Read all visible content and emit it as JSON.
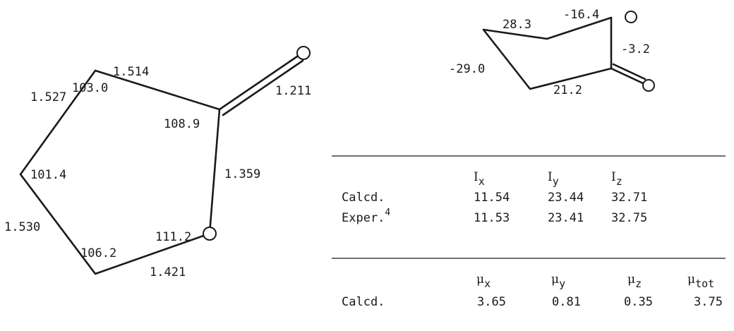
{
  "ring_planar": {
    "bond_lengths": {
      "c5_c4": "1.514",
      "c4_c3": "1.527",
      "c3_c2": "1.530",
      "c2_o1": "1.421",
      "o1_c5": "1.359",
      "c5_o6": "1.211"
    },
    "bond_angles": {
      "c4": "103.0",
      "c5": "108.9",
      "c3": "101.4",
      "c2": "106.2",
      "o1": "111.2"
    }
  },
  "ring_twist": {
    "dihedrals": {
      "d_top": "28.3",
      "d_top_right": "-16.4",
      "d_right": "-3.2",
      "d_left": "-29.0",
      "d_bottom": "21.2"
    }
  },
  "moments_table": {
    "inertia_headers": [
      "I",
      "I",
      "I"
    ],
    "inertia_header_subs": [
      "x",
      "y",
      "z"
    ],
    "rows": [
      {
        "label": "Calcd.",
        "sup": "",
        "values": [
          "11.54",
          "23.44",
          "32.71"
        ]
      },
      {
        "label": "Exper.",
        "sup": "4",
        "values": [
          "11.53",
          "23.41",
          "32.75"
        ]
      }
    ],
    "dipole_headers": [
      "μ",
      "μ",
      "μ",
      "μ"
    ],
    "dipole_header_subs": [
      "x",
      "y",
      "z",
      "tot"
    ],
    "dipole_row": {
      "label": "Calcd.",
      "values": [
        "3.65",
        "0.81",
        "0.35",
        "3.75"
      ]
    }
  }
}
